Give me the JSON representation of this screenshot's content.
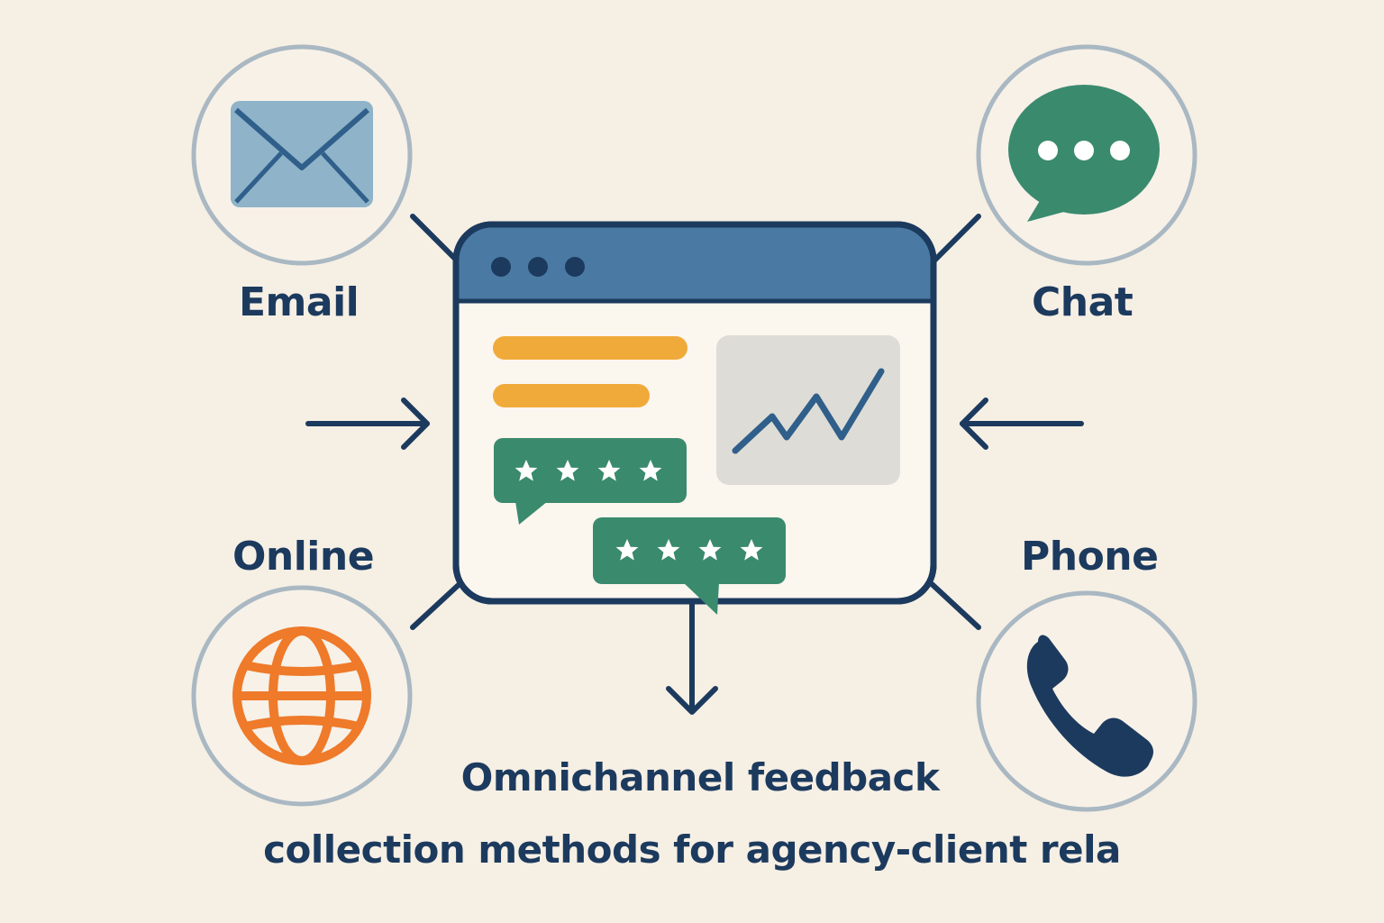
{
  "channels": {
    "email": {
      "label": "Email",
      "icon": "envelope-icon",
      "color": "#8fb3c9"
    },
    "chat": {
      "label": "Chat",
      "icon": "speech-bubble-icon",
      "color": "#3a8a6e"
    },
    "online": {
      "label": "Online",
      "icon": "globe-icon",
      "color": "#ee7a2a"
    },
    "phone": {
      "label": "Phone",
      "icon": "phone-icon",
      "color": "#1c3a5e"
    }
  },
  "caption": {
    "line1": "Omnichannel feedback",
    "line2": "collection methods for agency-client rela"
  },
  "colors": {
    "background": "#f6efe4",
    "navy": "#1c3a5e",
    "window_header": "#4a7aa3",
    "accent_yellow": "#f0aa3a",
    "review_green": "#3a8a6e",
    "chart_panel": "#dedcd6",
    "circle_outline": "#a9b8c2"
  },
  "dashboard": {
    "icon": "feedback-dashboard-window-icon",
    "review_stars": [
      4,
      4
    ]
  }
}
